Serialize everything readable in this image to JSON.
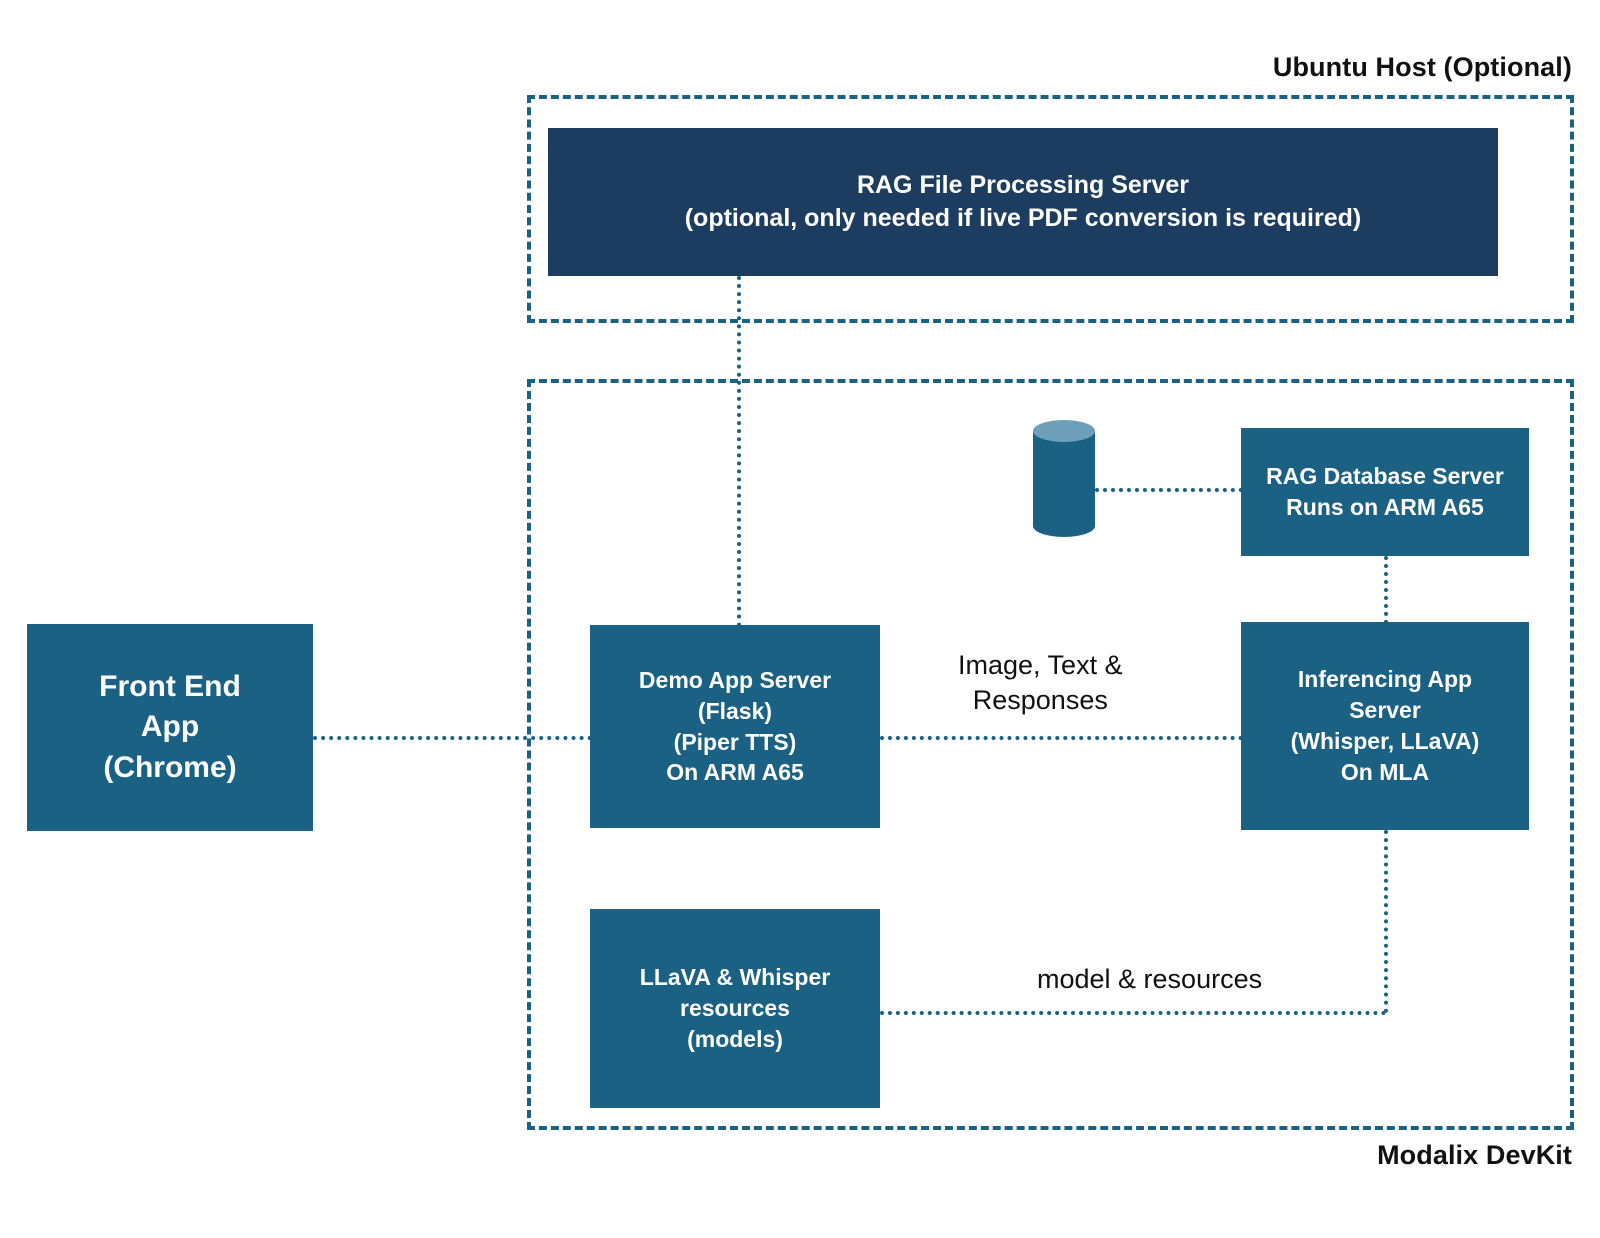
{
  "diagram": {
    "title": "Modalix DevKit RAG demo architecture",
    "colors": {
      "node_fill": "#1a6184",
      "node_fill_dark": "#1c3c60",
      "border_dashed": "#1a6184",
      "connector": "#1a6184",
      "cylinder_top": "#6e9fb8",
      "text_on_node": "#ffffff",
      "text_label": "#111111",
      "background": "#ffffff"
    },
    "groups": [
      {
        "id": "ubuntu",
        "caption": "Ubuntu Host (Optional)",
        "caption_position": "top-right"
      },
      {
        "id": "modalix",
        "caption": "Modalix DevKit",
        "caption_position": "bottom-right"
      }
    ],
    "nodes": {
      "rag_file_server": {
        "lines": [
          "RAG File Processing Server",
          "(optional, only needed if live PDF conversion is required)"
        ]
      },
      "front_end_app": {
        "lines": [
          "Front End",
          "App",
          "(Chrome)"
        ]
      },
      "demo_app_server": {
        "lines": [
          "Demo App Server",
          "(Flask)",
          "(Piper TTS)",
          "On ARM A65"
        ]
      },
      "inferencing_app_server": {
        "lines": [
          "Inferencing App",
          "Server",
          "(Whisper, LLaVA)",
          "On MLA"
        ]
      },
      "rag_database_server": {
        "lines": [
          "RAG Database Server",
          "Runs on ARM A65"
        ]
      },
      "llava_whisper_resources": {
        "lines": [
          "LLaVA & Whisper",
          "resources",
          "(models)"
        ]
      },
      "database_cylinder": {
        "icon": "database-cylinder-icon"
      }
    },
    "edges": [
      {
        "id": "frontend-demo",
        "from": "front_end_app",
        "to": "demo_app_server",
        "label": ""
      },
      {
        "id": "ragfile-demo",
        "from": "rag_file_server",
        "to": "demo_app_server",
        "label": ""
      },
      {
        "id": "demo-inferencing",
        "from": "demo_app_server",
        "to": "inferencing_app_server",
        "label": "Image, Text &\nResponses"
      },
      {
        "id": "cylinder-ragdb",
        "from": "database_cylinder",
        "to": "rag_database_server",
        "label": ""
      },
      {
        "id": "ragdb-inferencing",
        "from": "rag_database_server",
        "to": "inferencing_app_server",
        "label": ""
      },
      {
        "id": "llava-inferencing",
        "from": "llava_whisper_resources",
        "to": "inferencing_app_server",
        "label": "model & resources"
      }
    ],
    "edge_labels": {
      "image_text_responses_line1": "Image, Text &",
      "image_text_responses_line2": "Responses",
      "model_and_resources": "model & resources"
    }
  }
}
